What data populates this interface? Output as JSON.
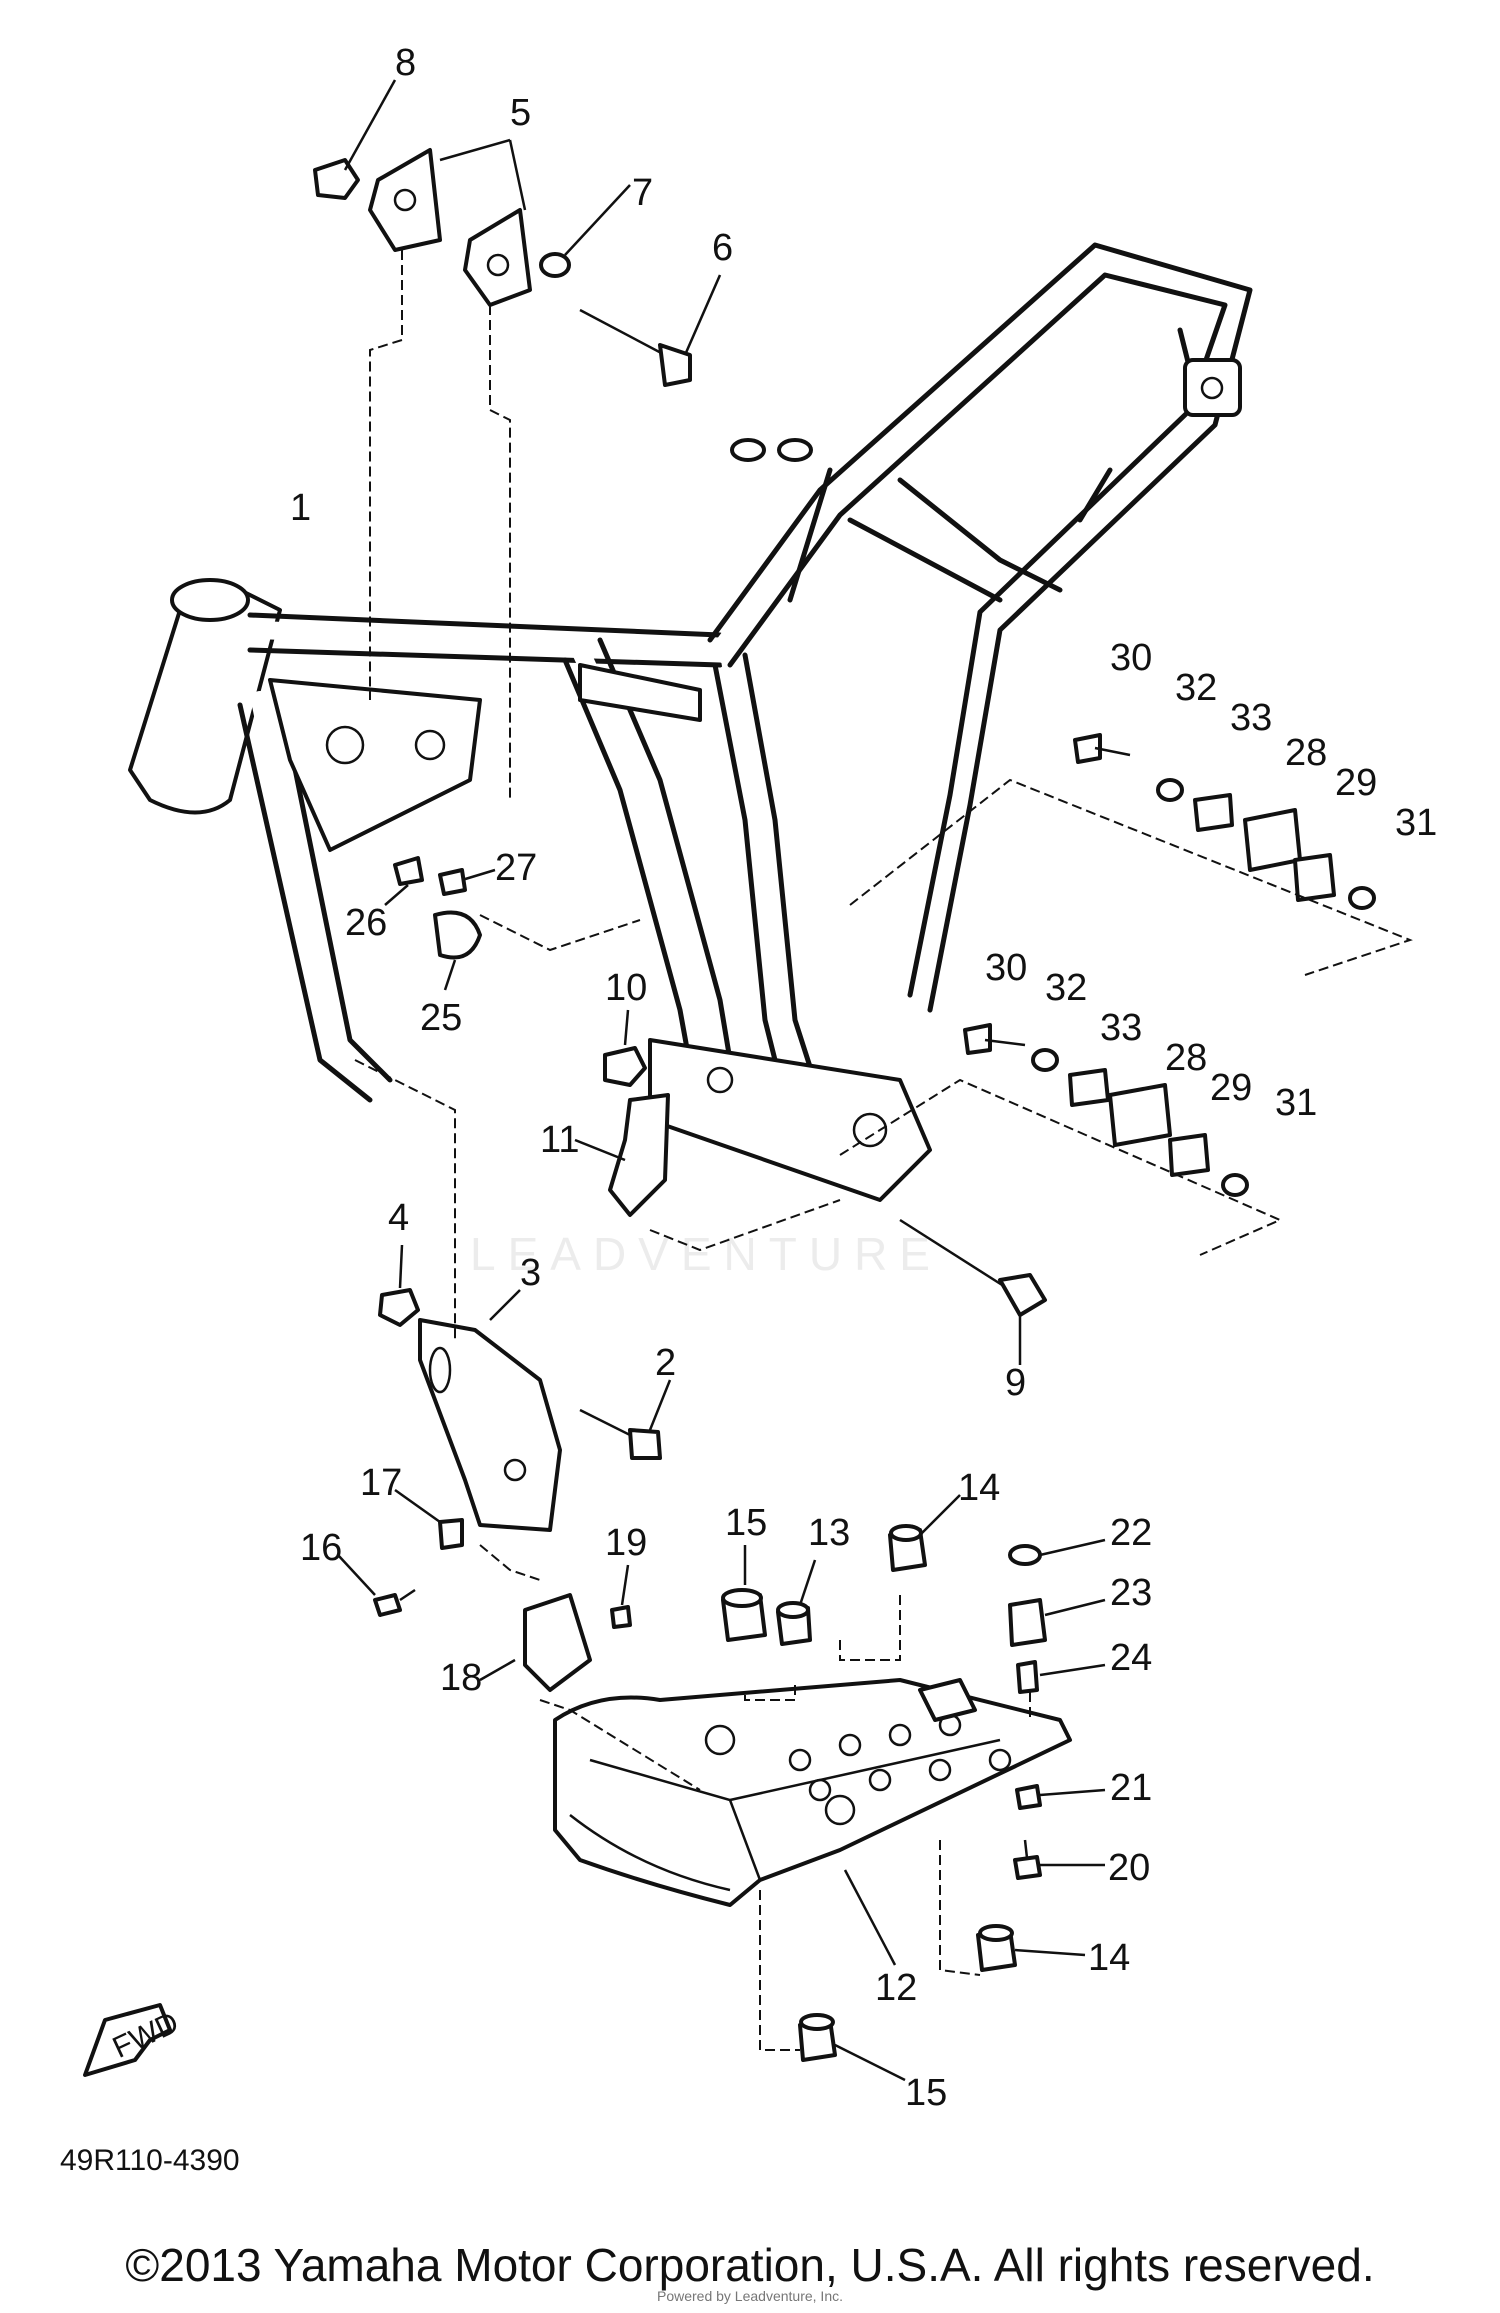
{
  "diagram": {
    "part_labels": [
      "1",
      "2",
      "3",
      "4",
      "5",
      "6",
      "7",
      "8",
      "9",
      "10",
      "11",
      "12",
      "13",
      "14",
      "14",
      "15",
      "15",
      "16",
      "17",
      "18",
      "19",
      "20",
      "21",
      "22",
      "23",
      "24",
      "25",
      "26",
      "27",
      "28",
      "28",
      "29",
      "29",
      "30",
      "30",
      "31",
      "31",
      "32",
      "32",
      "33",
      "33"
    ],
    "diagram_code": "49R110-4390",
    "fwd_label": "FWD",
    "watermark": "LEADVENTURE",
    "copyright": "©2013 Yamaha Motor Corporation, U.S.A. All rights reserved.",
    "fine_print": "Powered by Leadventure, Inc."
  }
}
